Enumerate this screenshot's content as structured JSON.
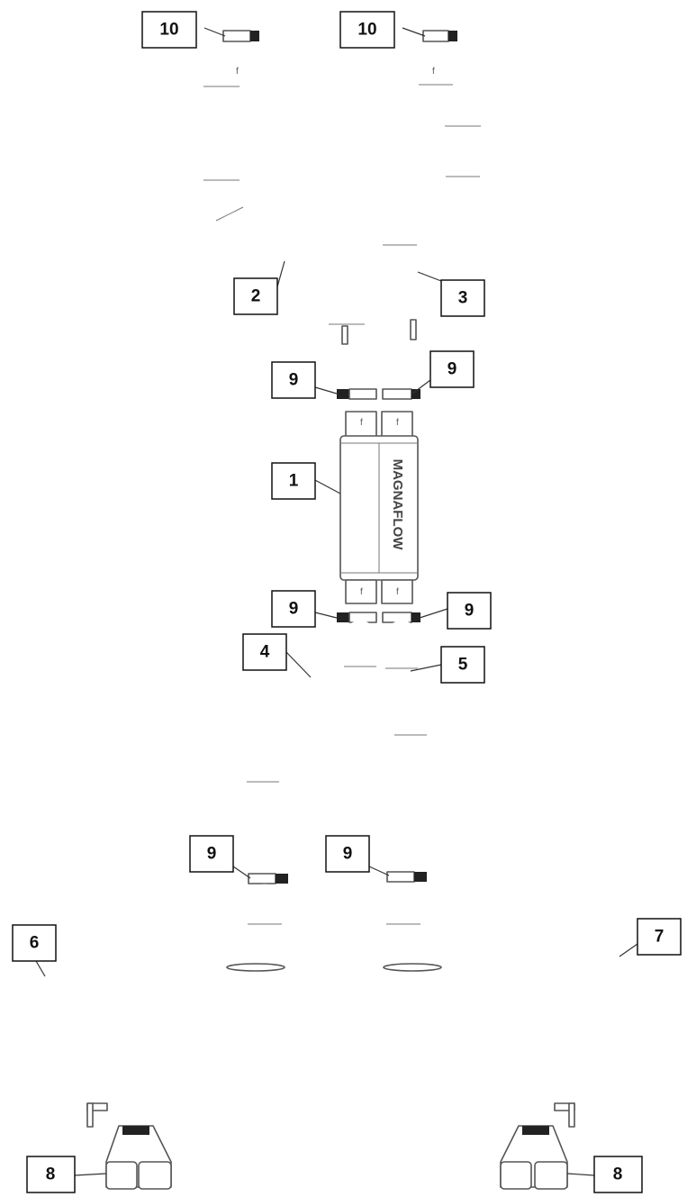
{
  "part_labels": {
    "p1": "1",
    "p2": "2",
    "p3": "3",
    "p4": "4",
    "p5": "5",
    "p6": "6",
    "p7": "7",
    "p8_left": "8",
    "p8_right": "8",
    "p9_a": "9",
    "p9_b": "9",
    "p9_c": "9",
    "p9_d": "9",
    "p9_e": "9",
    "p9_f": "9",
    "p10_left": "10",
    "p10_right": "10"
  },
  "muffler": {
    "brand_text": "MAGNAFLOW"
  },
  "colors": {
    "line": "#555555",
    "label_border": "#111111",
    "clamp": "#222222"
  }
}
